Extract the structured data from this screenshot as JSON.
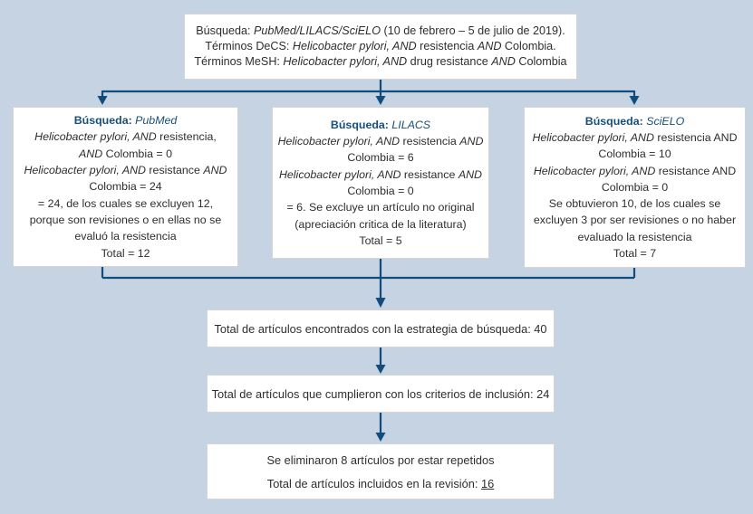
{
  "colors": {
    "background": "#c6d3e3",
    "arrow": "#104d7c",
    "header_blue": "#174f7a",
    "box_bg": "#ffffff",
    "text": "#2e2e2e"
  },
  "diagram": {
    "top_box": {
      "lines": [
        [
          {
            "t": "Búsqueda: "
          },
          {
            "t": "PubMed/LILACS/SciELO",
            "i": true
          },
          {
            "t": " (10 de febrero – 5 de julio de 2019)."
          }
        ],
        [
          {
            "t": "Términos DeCS: "
          },
          {
            "t": "Helicobacter pylori, AND",
            "i": true
          },
          {
            "t": " resistencia "
          },
          {
            "t": "AND",
            "i": true
          },
          {
            "t": " Colombia."
          }
        ],
        [
          {
            "t": "Términos MeSH: "
          },
          {
            "t": "Helicobacter pylori, AND",
            "i": true
          },
          {
            "t": " drug resistance "
          },
          {
            "t": "AND",
            "i": true
          },
          {
            "t": " Colombia"
          }
        ]
      ]
    },
    "pubmed_box": {
      "lines": [
        [
          {
            "t": "Búsqueda: ",
            "b": true,
            "c": "header_blue"
          },
          {
            "t": "PubMed",
            "i": true,
            "c": "header_blue"
          }
        ],
        [
          {
            "t": "Helicobacter pylori, AND",
            "i": true
          },
          {
            "t": " resistencia,"
          }
        ],
        [
          {
            "t": "AND",
            "i": true
          },
          {
            "t": " Colombia = 0"
          }
        ],
        [
          {
            "t": "Helicobacter pylori, AND",
            "i": true
          },
          {
            "t": " resistance "
          },
          {
            "t": "AND",
            "i": true
          }
        ],
        [
          {
            "t": "Colombia = 24"
          }
        ],
        [
          {
            "t": "= 24, de los cuales se excluyen 12,"
          }
        ],
        [
          {
            "t": "porque son revisiones o en ellas no se"
          }
        ],
        [
          {
            "t": "evaluó la resistencia"
          }
        ],
        [
          {
            "t": "Total = 12"
          }
        ]
      ]
    },
    "lilacs_box": {
      "lines": [
        [
          {
            "t": "Búsqueda: ",
            "b": true,
            "c": "header_blue"
          },
          {
            "t": "LILACS",
            "i": true,
            "c": "header_blue"
          }
        ],
        [
          {
            "t": "Helicobacter pylori, AND",
            "i": true
          },
          {
            "t": " resistencia "
          },
          {
            "t": "AND",
            "i": true
          }
        ],
        [
          {
            "t": "Colombia = 6"
          }
        ],
        [
          {
            "t": "Helicobacter pylori, AND",
            "i": true
          },
          {
            "t": " resistance "
          },
          {
            "t": "AND",
            "i": true
          }
        ],
        [
          {
            "t": "Colombia = 0"
          }
        ],
        [
          {
            "t": "= 6. Se excluye un artículo no original"
          }
        ],
        [
          {
            "t": "(apreciación critica de la literatura)"
          }
        ],
        [
          {
            "t": "Total = 5"
          }
        ]
      ]
    },
    "scielo_box": {
      "lines": [
        [
          {
            "t": "Búsqueda: ",
            "b": true,
            "c": "header_blue"
          },
          {
            "t": "SciELO",
            "i": true,
            "c": "header_blue"
          }
        ],
        [
          {
            "t": "Helicobacter pylori, AND",
            "i": true
          },
          {
            "t": " resistencia AND"
          }
        ],
        [
          {
            "t": "Colombia = 10"
          }
        ],
        [
          {
            "t": "Helicobacter pylori, AND",
            "i": true
          },
          {
            "t": " resistance AND"
          }
        ],
        [
          {
            "t": "Colombia = 0"
          }
        ],
        [
          {
            "t": "Se obtuvieron 10, de los cuales se"
          }
        ],
        [
          {
            "t": "excluyen 3 por ser revisiones o no haber"
          }
        ],
        [
          {
            "t": "evaluado la resistencia"
          }
        ],
        [
          {
            "t": "Total = 7"
          }
        ]
      ]
    },
    "total_found_box": {
      "lines": [
        [
          {
            "t": "Total de artículos encontrados con la estrategia de búsqueda: 40"
          }
        ]
      ]
    },
    "criteria_box": {
      "lines": [
        [
          {
            "t": "Total de artículos que cumplieron con los criterios de inclusión: 24"
          }
        ]
      ]
    },
    "final_box": {
      "lines": [
        [
          {
            "t": "Se eliminaron 8 artículos por estar repetidos"
          }
        ],
        [
          {
            "t": "Total de artículos incluidos en la revisión: "
          },
          {
            "t": "16",
            "u": true
          }
        ]
      ]
    }
  }
}
